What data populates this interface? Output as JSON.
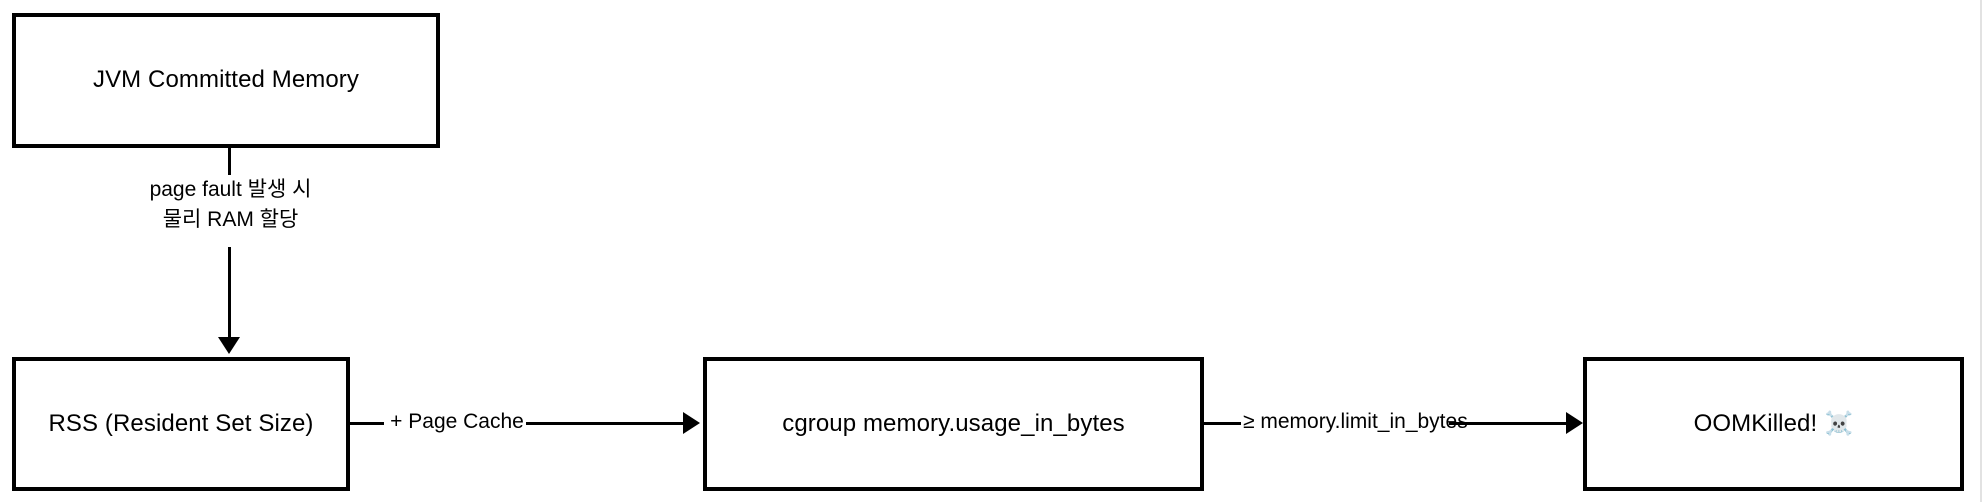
{
  "diagram": {
    "title": "JVM Committed Memory to OOMKilled flow",
    "background_color": "#ffffff",
    "stroke_color": "#000000",
    "nodes": [
      {
        "id": "jvm",
        "label": "JVM Committed Memory"
      },
      {
        "id": "rss",
        "label": "RSS (Resident Set Size)"
      },
      {
        "id": "cgroup",
        "label": "cgroup memory.usage_in_bytes"
      },
      {
        "id": "oomkilled",
        "label": "OOMKilled!",
        "icon": "skull-and-crossbones",
        "icon_glyph": "☠️"
      }
    ],
    "edges": [
      {
        "id": "jvm-to-rss",
        "from": "jvm",
        "to": "rss",
        "direction": "down",
        "label_line1": "page fault 발생 시",
        "label_line2": "물리 RAM 할당"
      },
      {
        "id": "rss-to-cgroup",
        "from": "rss",
        "to": "cgroup",
        "direction": "right",
        "label": "+ Page Cache"
      },
      {
        "id": "cgroup-to-oomkilled",
        "from": "cgroup",
        "to": "oomkilled",
        "direction": "right",
        "label": "≥ memory.limit_in_bytes"
      }
    ]
  }
}
